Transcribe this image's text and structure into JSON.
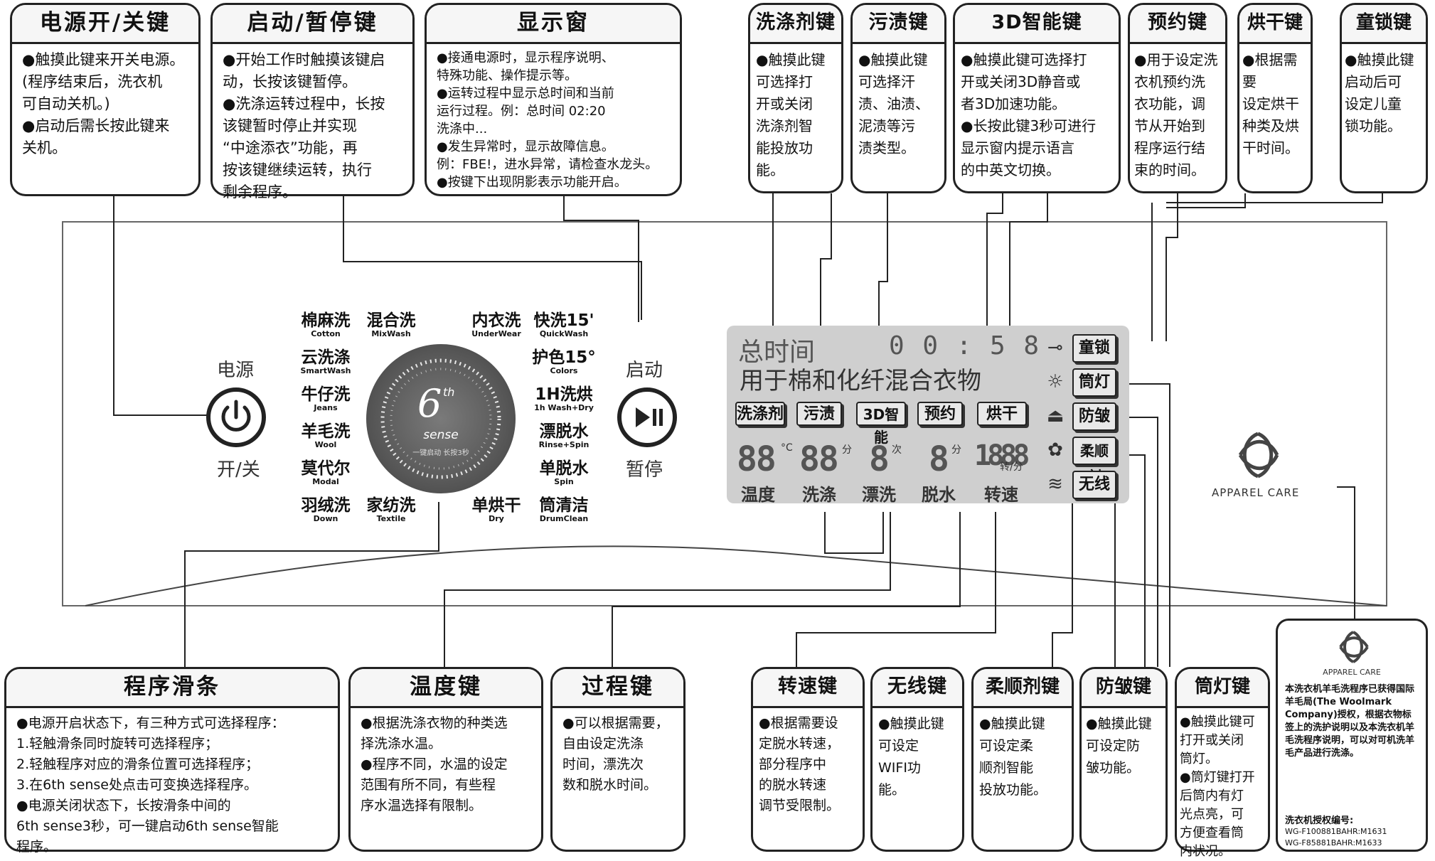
{
  "top_boxes": [
    {
      "title": "电源开/关键",
      "body": "●触摸此键来开关电源。\n  (程序结束后，洗衣机\n  可自动关机。)\n●启动后需长按此键来\n  关机。"
    },
    {
      "title": "启动/暂停键",
      "body": "●开始工作时触摸该键启\n  动，长按该键暂停。\n●洗涤运转过程中，长按\n  该键暂时停止并实现\n  “中途添衣”功能，再\n  按该键继续运转，执行\n  剩余程序。"
    },
    {
      "title": "显示窗",
      "body": "●接通电源时，显示程序说明、\n  特殊功能、操作提示等。\n●运转过程中显示总时间和当前\n  运行过程。例：总时间 02:20\n                        洗涤中...\n●发生异常时，显示故障信息。\n  例：FBE!，进水异常，请检查水龙头。\n●按键下出现阴影表示功能开启。"
    },
    {
      "title": "洗涤剂键",
      "body": "●触摸此键\n  可选择打\n  开或关闭\n  洗涤剂智\n  能投放功\n  能。"
    },
    {
      "title": "污渍键",
      "body": "●触摸此键\n  可选择汗\n  渍、油渍、\n  泥渍等污\n  渍类型。"
    },
    {
      "title": "3D智能键",
      "body": "●触摸此键可选择打\n  开或关闭3D静音或\n  者3D加速功能。\n●长按此键3秒可进行\n  显示窗内提示语言\n  的中英文切换。"
    },
    {
      "title": "预约键",
      "body": "●用于设定洗\n  衣机预约洗\n  衣功能，调\n  节从开始到\n  程序运行结\n  束的时间。"
    },
    {
      "title": "烘干键",
      "body": "●根据需要\n  设定烘干\n  种类及烘\n  干时间。"
    },
    {
      "title": "童锁键",
      "body": "●触摸此键\n  启动后可\n  设定儿童\n  锁功能。"
    }
  ],
  "bottom_boxes": [
    {
      "title": "程序滑条",
      "body": "●电源开启状态下，有三种方式可选择程序：\n  1.轻触滑条同时旋转可选择程序；\n  2.轻触程序对应的滑条位置可选择程序；\n  3.在6th sense处点击可变换选择程序。\n●电源关闭状态下，长按滑条中间的\n  6th sense3秒，可一键启动6th sense智能\n  程序。"
    },
    {
      "title": "温度键",
      "body": "●根据洗涤衣物的种类选\n  择洗涤水温。\n●程序不同，水温的设定\n  范围有所不同，有些程\n  序水温选择有限制。"
    },
    {
      "title": "过程键",
      "body": "●可以根据需要，\n  自由设定洗涤\n  时间，漂洗次\n  数和脱水时间。"
    },
    {
      "title": "转速键",
      "body": "●根据需要设\n  定脱水转速，\n  部分程序中\n  的脱水转速\n  调节受限制。"
    },
    {
      "title": "无线键",
      "body": "●触摸此键\n  可设定\n  WIFI功\n  能。"
    },
    {
      "title": "柔顺剂键",
      "body": "●触摸此键\n  可设定柔\n  顺剂智能\n  投放功能。"
    },
    {
      "title": "防皱键",
      "body": "●触摸此键\n  可设定防\n  皱功能。"
    },
    {
      "title": "筒灯键",
      "body": "●触摸此键可\n  打开或关闭\n  筒灯。\n●筒灯键打开\n  后筒内有灯\n  光点亮，可\n  方便查看筒\n  内状况。"
    }
  ],
  "woolmark": {
    "logo_text": "APPAREL CARE",
    "body": "本洗衣机羊毛洗程序已获得国际羊毛局(The Woolmark Company)授权，根据衣物标签上的洗护说明以及本洗衣机羊毛洗程序说明，可以对可机洗羊毛产品进行洗涤。",
    "auth_title": "洗衣机授权编号:",
    "codes": [
      "WG-F100881BAHR:M1631",
      "WG-F85881BAHR:M1633"
    ]
  },
  "panel": {
    "power_top": "电源",
    "power_bottom": "开/关",
    "start_top": "启动",
    "start_bottom": "暂停",
    "dial_num": "6",
    "dial_sup": "th",
    "dial_word": "sense",
    "dial_hint": "一键启动  长按3秒",
    "programs_left": [
      {
        "cn": "棉麻洗",
        "en": "Cotton"
      },
      {
        "cn": "混合洗",
        "en": "MixWash"
      },
      {
        "cn": "云洗涤",
        "en": "SmartWash"
      },
      {
        "cn": "牛仔洗",
        "en": "Jeans"
      },
      {
        "cn": "羊毛洗",
        "en": "Wool"
      },
      {
        "cn": "莫代尔",
        "en": "Modal"
      },
      {
        "cn": "羽绒洗",
        "en": "Down"
      },
      {
        "cn": "家纺洗",
        "en": "Textile"
      }
    ],
    "programs_right": [
      {
        "cn": "内衣洗",
        "en": "UnderWear"
      },
      {
        "cn": "快洗15'",
        "en": "QuickWash"
      },
      {
        "cn": "护色15°",
        "en": "Colors"
      },
      {
        "cn": "1H洗烘",
        "en": "1h Wash+Dry"
      },
      {
        "cn": "漂脱水",
        "en": "Rinse+Spin"
      },
      {
        "cn": "单脱水",
        "en": "Spin"
      },
      {
        "cn": "单烘干",
        "en": "Dry"
      },
      {
        "cn": "筒清洁",
        "en": "DrumClean"
      }
    ]
  },
  "lcd": {
    "total_label": "总时间",
    "total_time": "0 0 : 5 8",
    "message": "用于棉和化纤混合衣物",
    "buttons": [
      "洗涤剂",
      "污渍",
      "3D智能",
      "预约",
      "烘干"
    ],
    "digits": [
      {
        "value": "88",
        "unit": "°C",
        "label": "温度"
      },
      {
        "value": "88",
        "unit": "分",
        "label": "洗涤"
      },
      {
        "value": "8",
        "unit": "次",
        "label": "漂洗"
      },
      {
        "value": "8",
        "unit": "分",
        "label": "脱水"
      },
      {
        "value": "1888",
        "unit": "转/分",
        "label": "转速"
      }
    ],
    "side_buttons": [
      "童锁",
      "筒灯",
      "防皱",
      "柔顺剂",
      "无线"
    ]
  }
}
